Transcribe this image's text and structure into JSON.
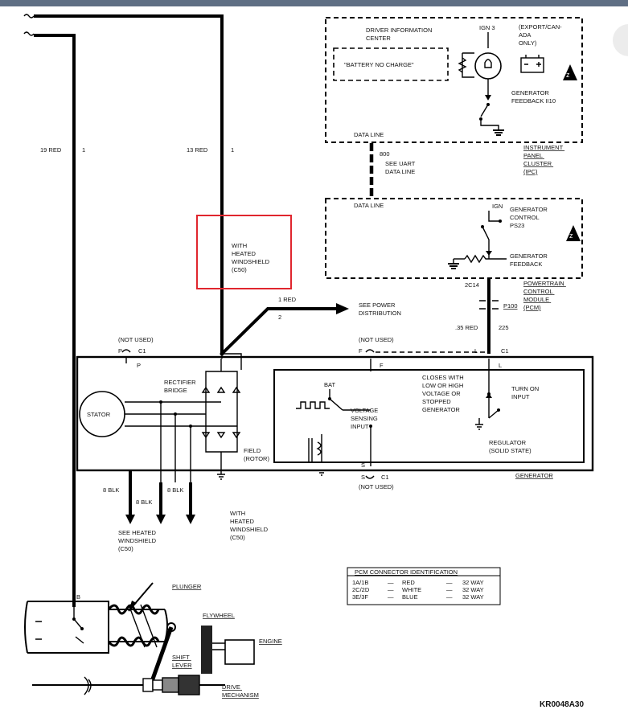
{
  "wires": {
    "red19": "19 RED",
    "red19_circuit": "1",
    "red13": "13 RED",
    "red13_circuit": "1",
    "red1": "1 RED",
    "red1_circuit": "2",
    "red35": ".35 RED",
    "red35_circuit": "225",
    "data_circuit": "800",
    "blk1": "8 BLK",
    "blk2": "8 BLK",
    "blk3": "8 BLK"
  },
  "notes": {
    "heated_windshield_top": [
      "WITH",
      "HEATED",
      "WINDSHIELD",
      "(C50)"
    ],
    "heated_windshield_bottom": [
      "WITH",
      "HEATED",
      "WINDSHIELD",
      "(C50)"
    ],
    "see_heated_windshield": [
      "SEE HEATED",
      "WINDSHIELD",
      "(C50)"
    ],
    "see_power_distribution": [
      "SEE POWER",
      "DISTRIBUTION"
    ],
    "see_uart": [
      "SEE UART",
      "DATA LINE"
    ]
  },
  "dic": {
    "title": [
      "DRIVER INFORMATION",
      "CENTER"
    ],
    "message": "\"BATTERY NO CHARGE\"",
    "ign": "IGN 3",
    "export": [
      "(EXPORT/CAN-",
      "ADA",
      "ONLY)"
    ],
    "feedback": [
      "GENERATOR",
      "FEEDBACK II10"
    ],
    "data_line": "DATA LINE"
  },
  "ipc": {
    "label": [
      "INSTRUMENT",
      "PANEL",
      "CLUSTER",
      "(IPC)"
    ]
  },
  "pcm": {
    "data_line": "DATA LINE",
    "ign": "IGN",
    "gen_control": [
      "GENERATOR",
      "CONTROL",
      "PS23"
    ],
    "gen_feedback": [
      "GENERATOR",
      "FEEDBACK"
    ],
    "connector": "2C14",
    "label": [
      "POWERTRAIN",
      "CONTROL",
      "MODULE",
      "(PCM)"
    ],
    "p100": "P100"
  },
  "generator": {
    "p_not_used": "(NOT USED)",
    "p_pin": "P",
    "p_c1": "C1",
    "p_inner": "P",
    "f_not_used": "(NOT USED)",
    "f_pin": "F",
    "f_inner": "F",
    "l_pin": "L",
    "l_c1": "C1",
    "l_inner": "L",
    "stator": "STATOR",
    "rectifier": [
      "RECTIFIER",
      "BRIDGE"
    ],
    "field": [
      "FIELD",
      "(ROTOR)"
    ],
    "bat": "BAT",
    "voltage_sensing": [
      "VOLTAGE",
      "SENSING",
      "INPUT"
    ],
    "closes_with": [
      "CLOSES WITH",
      "LOW OR HIGH",
      "VOLTAGE OR",
      "STOPPED",
      "GENERATOR"
    ],
    "turn_on": [
      "TURN ON",
      "INPUT"
    ],
    "regulator": [
      "REGULATOR",
      "(SOLID STATE)"
    ],
    "s_pin": "S",
    "s_bottom": "S",
    "s_c1": "C1",
    "s_not_used": "(NOT USED)",
    "generator_label": "GENERATOR"
  },
  "starter": {
    "b_terminal": "B",
    "plunger": "PLUNGER",
    "flywheel": "FLYWHEEL",
    "engine": "ENGINE",
    "shift_lever": [
      "SHIFT",
      "LEVER"
    ],
    "drive_mechanism": [
      "DRIVE",
      "MECHANISM"
    ]
  },
  "pcm_table": {
    "title": "PCM CONNECTOR IDENTIFICATION",
    "rows": [
      [
        "1A/1B",
        "—",
        "RED",
        "—",
        "32 WAY"
      ],
      [
        "2C/2D",
        "—",
        "WHITE",
        "—",
        "32 WAY"
      ],
      [
        "3E/3F",
        "—",
        "BLUE",
        "—",
        "32 WAY"
      ]
    ]
  },
  "figure_id": "KR0048A30",
  "colors": {
    "highlight": "#e0262e",
    "topbar": "#5f6f84"
  }
}
